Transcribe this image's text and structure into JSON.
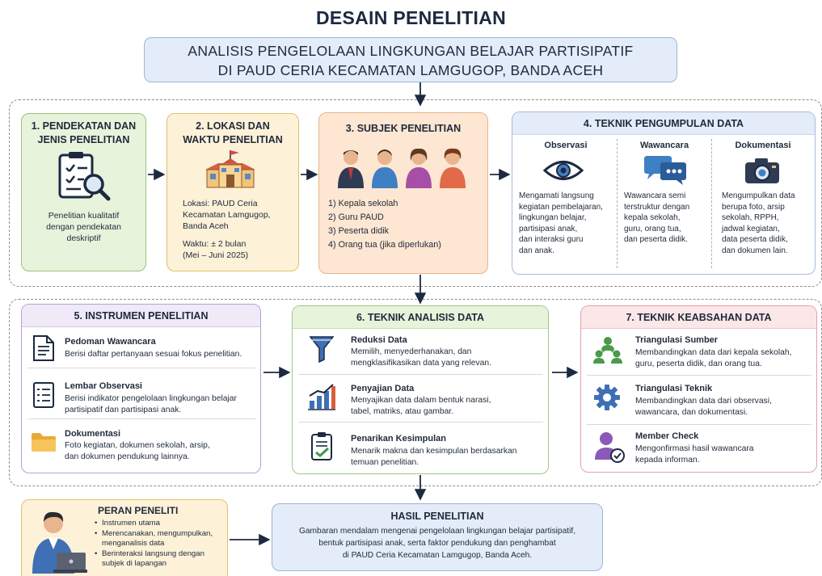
{
  "title": "DESAIN PENELITIAN",
  "subtitle_lines": [
    "ANALISIS PENGELOLAAN LINGKUNGAN BELAJAR PARTISIPATIF",
    "DI PAUD CERIA KECAMATAN LAMGUGOP, BANDA ACEH"
  ],
  "box1": {
    "title_lines": [
      "1. PENDEKATAN DAN",
      "JENIS PENELITIAN"
    ],
    "desc_lines": [
      "Penelitian kualitatif",
      "dengan pendekatan",
      "deskriptif"
    ],
    "icon": "clipboard-magnifier-icon"
  },
  "box2": {
    "title_lines": [
      "2. LOKASI DAN",
      "WAKTU PENELITIAN"
    ],
    "lokasi_lines": [
      "Lokasi: PAUD Ceria",
      "Kecamatan Lamgugop,",
      "Banda Aceh"
    ],
    "waktu_lines": [
      "Waktu: ± 2 bulan",
      "(Mei – Juni 2025)"
    ],
    "icon": "school-building-icon"
  },
  "box3": {
    "title": "3. SUBJEK PENELITIAN",
    "items": [
      "1)  Kepala sekolah",
      "2)  Guru PAUD",
      "3)  Peserta didik",
      "4)  Orang tua (jika diperlukan)"
    ],
    "icon": "people-group-icon"
  },
  "box4": {
    "title": "4. TEKNIK PENGUMPULAN DATA",
    "columns": [
      {
        "title": "Observasi",
        "icon": "eye-icon",
        "lines": [
          "Mengamati langsung",
          "kegiatan pembelajaran,",
          "lingkungan belajar,",
          "partisipasi anak,",
          "dan interaksi guru",
          "dan anak."
        ]
      },
      {
        "title": "Wawancara",
        "icon": "speech-bubbles-icon",
        "lines": [
          "Wawancara semi",
          "terstruktur dengan",
          "kepala sekolah,",
          "guru, orang tua,",
          "dan peserta didik."
        ]
      },
      {
        "title": "Dokumentasi",
        "icon": "camera-icon",
        "lines": [
          "Mengumpulkan data",
          "berupa foto, arsip",
          "sekolah, RPPH,",
          "jadwal kegiatan,",
          "data peserta didik,",
          "dan dokumen lain."
        ]
      }
    ]
  },
  "box5": {
    "title": "5. INSTRUMEN PENELITIAN",
    "items": [
      {
        "title": "Pedoman Wawancara",
        "icon": "document-lines-icon",
        "lines": [
          "Berisi daftar pertanyaan sesuai fokus penelitian."
        ]
      },
      {
        "title": "Lembar Observasi",
        "icon": "checklist-icon",
        "lines": [
          "Berisi indikator pengelolaan lingkungan belajar",
          "partisipatif dan partisipasi anak."
        ]
      },
      {
        "title": "Dokumentasi",
        "icon": "folder-icon",
        "lines": [
          "Foto kegiatan, dokumen sekolah, arsip,",
          "dan dokumen pendukung lainnya."
        ]
      }
    ]
  },
  "box6": {
    "title": "6. TEKNIK ANALISIS DATA",
    "items": [
      {
        "title": "Reduksi Data",
        "icon": "funnel-icon",
        "lines": [
          "Memilih, menyederhanakan, dan",
          "mengklasifikasikan data yang relevan."
        ]
      },
      {
        "title": "Penyajian Data",
        "icon": "bar-chart-icon",
        "lines": [
          "Menyajikan data dalam bentuk narasi,",
          "tabel, matriks, atau gambar."
        ]
      },
      {
        "title": "Penarikan Kesimpulan",
        "icon": "clipboard-check-icon",
        "lines": [
          "Menarik makna dan kesimpulan berdasarkan",
          "temuan penelitian."
        ]
      }
    ]
  },
  "box7": {
    "title": "7. TEKNIK KEABSAHAN DATA",
    "items": [
      {
        "title": "Triangulasi Sumber",
        "icon": "source-network-icon",
        "lines": [
          "Membandingkan data dari kepala sekolah,",
          "guru, peserta didik, dan orang tua."
        ]
      },
      {
        "title": "Triangulasi Teknik",
        "icon": "gear-icon",
        "lines": [
          "Membandingkan data dari observasi,",
          "wawancara, dan dokumentasi."
        ]
      },
      {
        "title": "Member Check",
        "icon": "user-check-icon",
        "lines": [
          "Mengonfirmasi hasil wawancara",
          "kepada informan."
        ]
      }
    ]
  },
  "peran": {
    "title": "PERAN PENELITI",
    "icon": "researcher-laptop-icon",
    "bullets": [
      [
        "Instrumen utama"
      ],
      [
        "Merencanakan, mengumpulkan,",
        "menganalisis data"
      ],
      [
        "Berinteraksi langsung dengan",
        "subjek di lapangan"
      ]
    ]
  },
  "hasil": {
    "title": "HASIL PENELITIAN",
    "lines": [
      "Gambaran mendalam mengenai pengelolaan lingkungan belajar partisipatif,",
      "bentuk partisipasi anak, serta faktor pendukung dan penghambat",
      "di PAUD Ceria Kecamatan Lamgugop, Banda Aceh."
    ]
  },
  "colors": {
    "navy": "#1c2a40",
    "green": "#97c17a",
    "yellow": "#e0c16b",
    "orange": "#e6b68a",
    "blue": "#9fb5d6",
    "purple": "#b3a2d3",
    "pink": "#e2a1a9"
  }
}
